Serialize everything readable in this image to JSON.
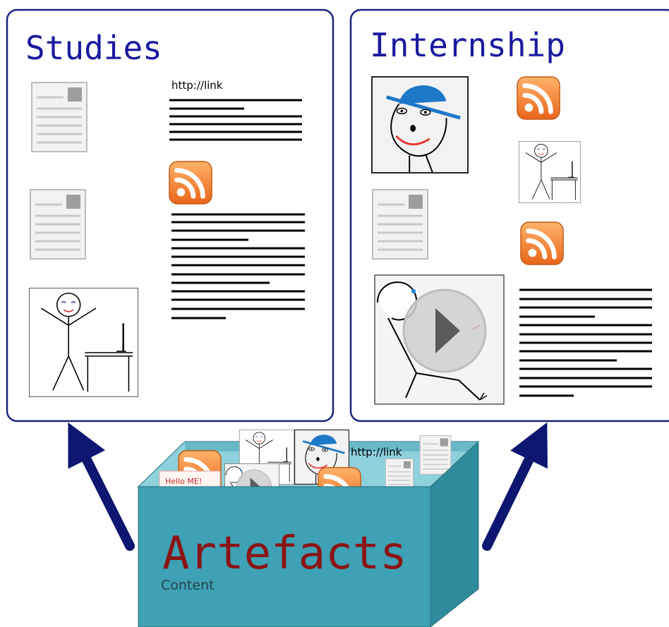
{
  "panels": {
    "studies": {
      "title": "Studies",
      "link_text": "http://link"
    },
    "internship": {
      "title": "Internship"
    }
  },
  "box": {
    "title": "Artefacts",
    "subtitle": "Content",
    "link_text": "http://link",
    "sticker_text": "Hello ME!"
  },
  "colors": {
    "panel_border": "#1a237e",
    "panel_title": "#1a1aa0",
    "arrow": "#0d1670",
    "box_front": "#3ea1b5",
    "box_side": "#2f8a9c",
    "box_top": "#8fd0dd",
    "box_title": "#8b1414",
    "rss": "#f07d1d",
    "hat": "#1e88e5",
    "smile": "#e53935"
  },
  "icons": [
    "document-icon",
    "rss-icon",
    "stick-figure-icon",
    "face-with-hat-icon",
    "video-play-icon"
  ]
}
